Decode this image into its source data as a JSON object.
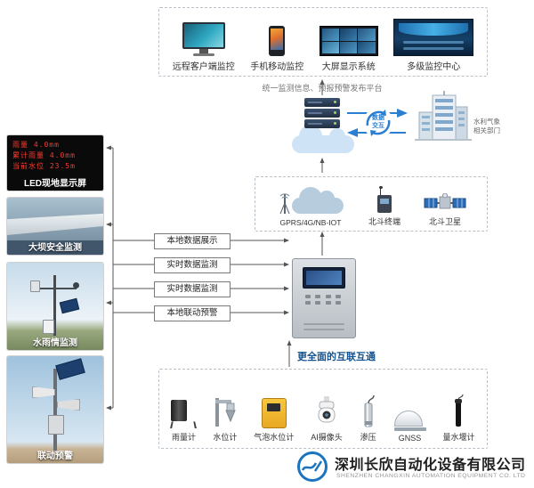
{
  "top_box": {
    "items": [
      {
        "label": "远程客户端监控",
        "icon": "desktop-monitor"
      },
      {
        "label": "手机移动监控",
        "icon": "smartphone"
      },
      {
        "label": "大屏显示系统",
        "icon": "video-wall"
      },
      {
        "label": "多级监控中心",
        "icon": "control-room"
      }
    ]
  },
  "platform_caption": "统一监测信息、预报预警发布平台",
  "exchange": {
    "line1": "数据",
    "line2": "交互"
  },
  "building_caption": {
    "line1": "水利气象",
    "line2": "相关部门"
  },
  "comm_box": {
    "items": [
      {
        "label": "GPRS/4G/NB-IOT",
        "icon": "cellular-cloud"
      },
      {
        "label": "北斗终端",
        "icon": "beidou-terminal"
      },
      {
        "label": "北斗卫星",
        "icon": "beidou-satellite"
      }
    ]
  },
  "left_column": {
    "items": [
      {
        "label": "LED现地显示屏",
        "led_lines": [
          "雨量 4.0mm",
          "累计雨量 4.0mm",
          "当前水位 23.5m"
        ]
      },
      {
        "label": "大坝安全监测"
      },
      {
        "label": "水雨情监测"
      },
      {
        "label": "联动预警"
      }
    ]
  },
  "flow_labels": [
    "本地数据展示",
    "实时数据监测",
    "实时数据监测",
    "本地联动预警"
  ],
  "interconnect_caption": "更全面的互联互通",
  "bottom_box": {
    "items": [
      {
        "label": "雨量计"
      },
      {
        "label": "水位计"
      },
      {
        "label": "气泡水位计"
      },
      {
        "label": "AI摄像头"
      },
      {
        "label": "渗压"
      },
      {
        "label": "GNSS"
      },
      {
        "label": "量水堰计"
      }
    ]
  },
  "footer": {
    "company_cn": "深圳长欣自动化设备有限公司",
    "company_en": "SHENZHEN CHANGXIN AUTOMATION EQUIPMENT CO. LTD"
  },
  "colors": {
    "accent_blue": "#2b7fd0",
    "led_red": "#ff3b30",
    "logo_blue": "#1b74bf"
  }
}
